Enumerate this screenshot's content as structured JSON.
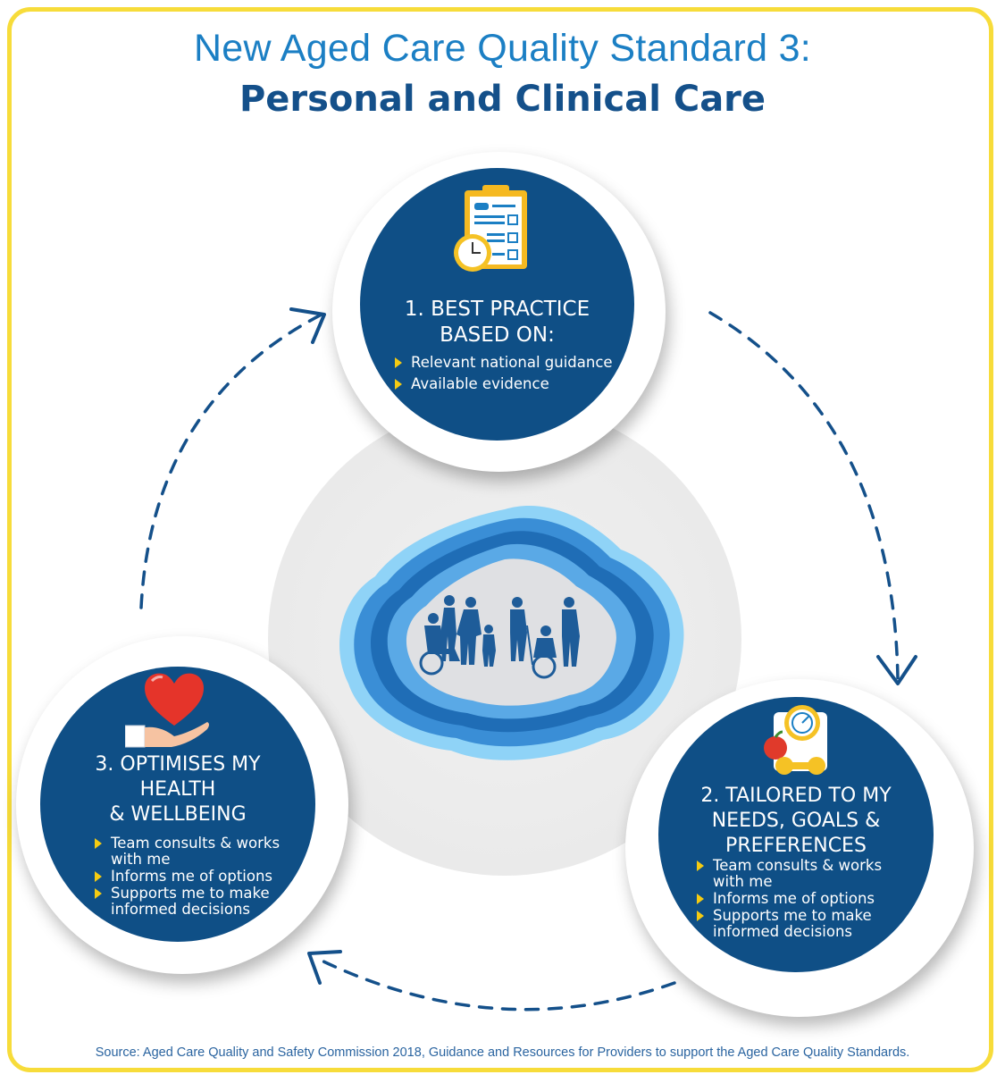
{
  "title": {
    "line1": "New Aged Care Quality Standard 3:",
    "line2": "Personal and Clinical Care"
  },
  "nodes": [
    {
      "title": "1. BEST PRACTICE\nBASED ON:",
      "bullets": [
        "Relevant national guidance",
        "Available evidence"
      ],
      "icon": "clipboard-clock-icon"
    },
    {
      "title": "2.  TAILORED TO MY\nNEEDS, GOALS &\nPREFERENCES",
      "bullets": [
        "Team consults & works\nwith me",
        "Informs me of options",
        "Supports me to make\ninformed decisions"
      ],
      "icon": "scale-apple-dumbbell-icon"
    },
    {
      "title": "3.  OPTIMISES MY\nHEALTH\n& WELLBEING",
      "bullets": [
        "Team consults & works\nwith me",
        "Informs me of options",
        "Supports me to make\ninformed decisions"
      ],
      "icon": "heart-in-hand-icon"
    }
  ],
  "center_image": "people-silhouettes-icon",
  "source": "Source: Aged Care Quality and Safety Commission 2018, Guidance and Resources for Providers to support the Aged Care Quality Standards.",
  "colors": {
    "frame": "#f7dc3a",
    "title_light": "#1b7fc4",
    "title_dark": "#14508a",
    "disc": "#0f4f86",
    "bullet": "#f5cb12",
    "arrow": "#14508a"
  }
}
